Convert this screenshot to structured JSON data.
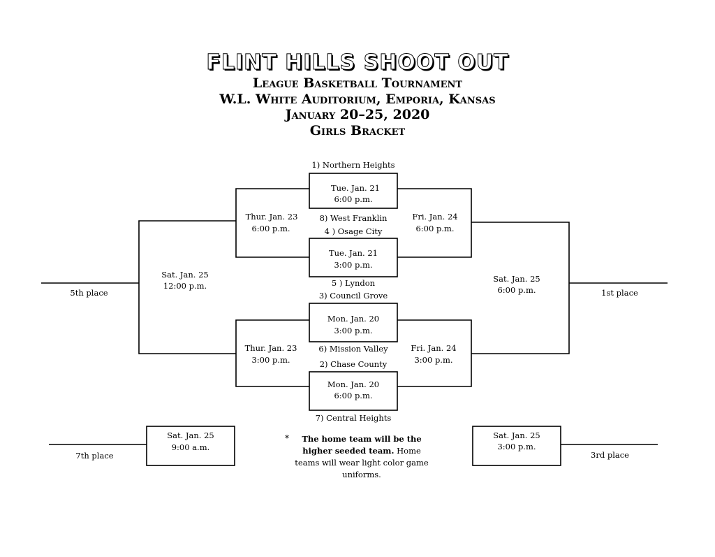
{
  "header": {
    "title": "FLINT HILLS SHOOT OUT",
    "line1": "League Basketball Tournament",
    "line2": "W.L. White Auditorium, Emporia, Kansas",
    "line3": "January 20–25, 2020",
    "line4": "Girls Bracket"
  },
  "teams": {
    "t1": "1) Northern Heights",
    "t8": "8) West Franklin",
    "t4": "4 ) Osage City",
    "t5": "5 ) Lyndon",
    "t3": "3) Council Grove",
    "t6": "6) Mission Valley",
    "t2": "2) Chase County",
    "t7": "7) Central Heights"
  },
  "games": {
    "g1_date": "Tue. Jan. 21",
    "g1_time": "6:00 p.m.",
    "g2_date": "Tue. Jan. 21",
    "g2_time": "3:00 p.m.",
    "g3_date": "Mon. Jan. 20",
    "g3_time": "3:00 p.m.",
    "g4_date": "Mon. Jan. 20",
    "g4_time": "6:00 p.m.",
    "tl_date": "Thur. Jan. 23",
    "tl_time": "6:00 p.m.",
    "bl_date": "Thur. Jan. 23",
    "bl_time": "3:00 p.m.",
    "tr_date": "Fri. Jan. 24",
    "tr_time": "6:00 p.m.",
    "br_date": "Fri. Jan. 24",
    "br_time": "3:00 p.m.",
    "fifth_date": "Sat. Jan. 25",
    "fifth_time": "12:00 p.m.",
    "first_date": "Sat. Jan. 25",
    "first_time": "6:00 p.m.",
    "seventh_date": "Sat. Jan. 25",
    "seventh_time": "9:00 a.m.",
    "third_date": "Sat. Jan. 25",
    "third_time": "3:00 p.m."
  },
  "places": {
    "fifth": "5th place",
    "first": "1st place",
    "seventh": "7th place",
    "third": "3rd place"
  },
  "note": {
    "star": "*",
    "bold": "The home team will be the higher seeded team.",
    "rest": " Home teams will wear light color game uniforms."
  }
}
